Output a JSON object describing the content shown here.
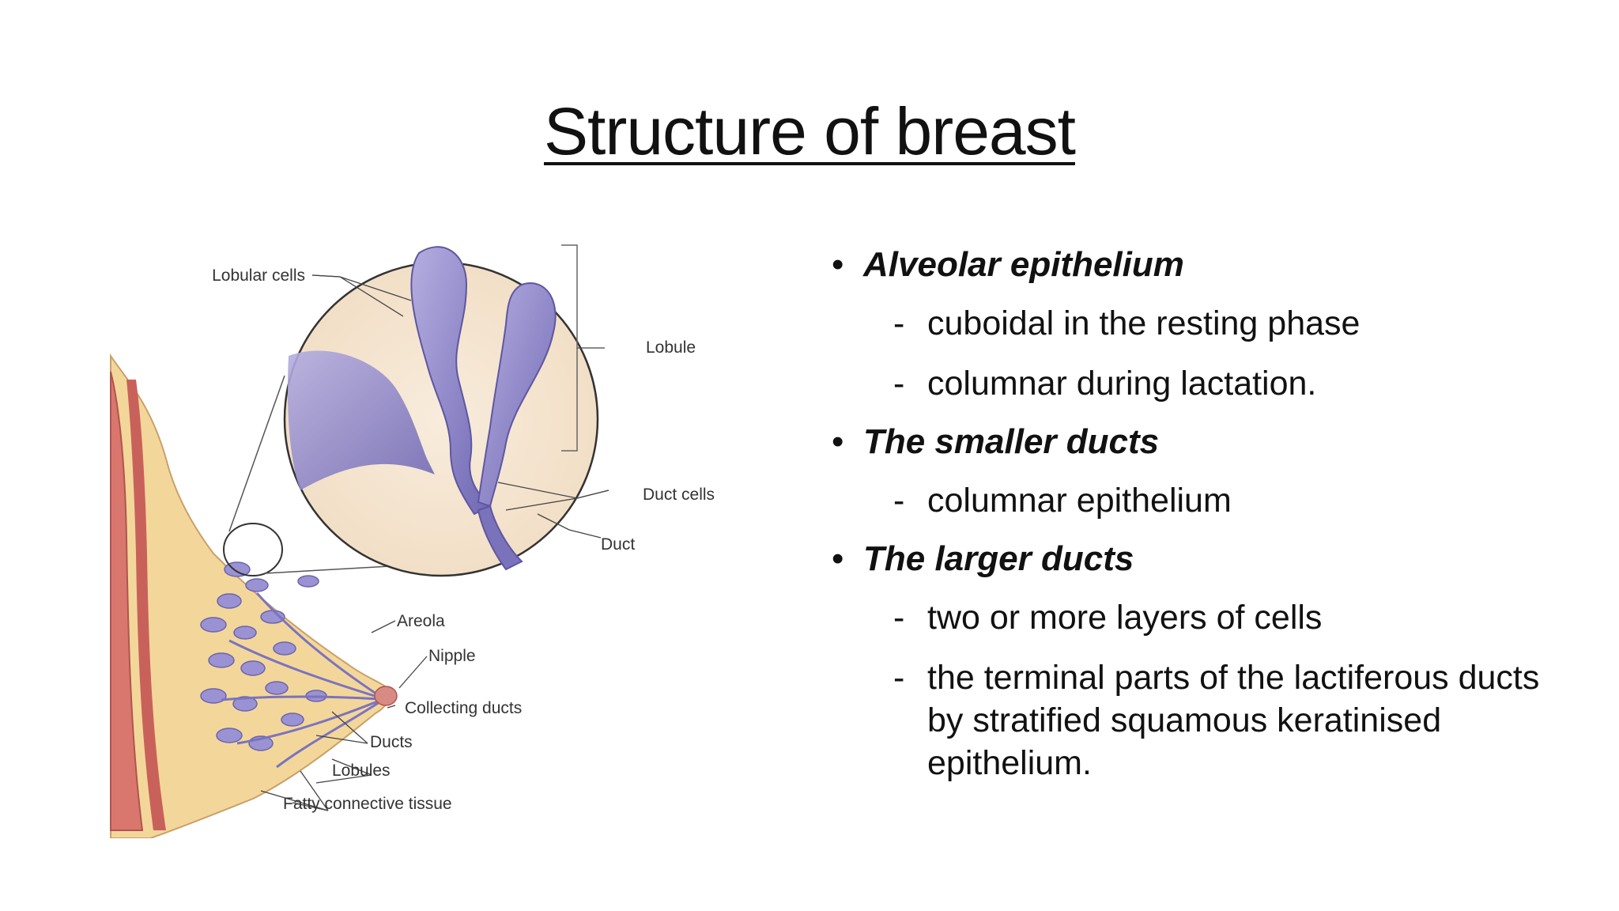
{
  "slide": {
    "title": "Structure of breast"
  },
  "figure": {
    "labels": {
      "lobular_cells": "Lobular cells",
      "lobule": "Lobule",
      "duct_cells": "Duct cells",
      "duct": "Duct",
      "areola": "Areola",
      "nipple": "Nipple",
      "collecting_ducts": "Collecting ducts",
      "ducts": "Ducts",
      "lobules": "Lobules",
      "fatty_connective_tissue": "Fatty connective tissue"
    }
  },
  "bullets": [
    {
      "heading": "Alveolar epithelium",
      "items": [
        "cuboidal in the resting phase",
        "columnar during lactation."
      ]
    },
    {
      "heading": "The smaller ducts",
      "items": [
        "columnar epithelium"
      ]
    },
    {
      "heading": "The larger ducts",
      "items": [
        "two or more layers of cells",
        "the terminal parts of the lactiferous ducts by stratified squamous keratinised epithelium."
      ]
    }
  ],
  "colors": {
    "tissue_fat": "#f3d79a",
    "muscle": "#d9776f",
    "lobule_purple": "#8e86c8",
    "magnified_bg": "#f6e7d4"
  }
}
